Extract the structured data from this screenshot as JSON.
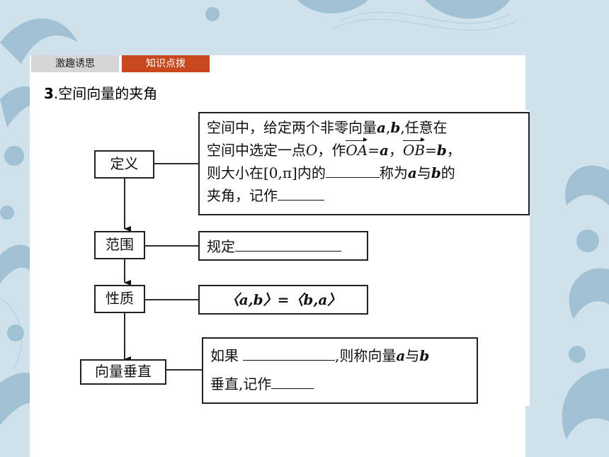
{
  "tabs": [
    "激趣诱思",
    "知识点拨"
  ],
  "section": {
    "number": "3",
    "title": ".空间向量的夹角"
  },
  "rows": [
    {
      "label": "定义",
      "content": {
        "line1_a": "空间中，给定两个非零向量",
        "line1_b": ",",
        "line1_c": ",任意在",
        "line2_a": "空间中选定一点",
        "point_O": "O",
        "line2_b": "，作",
        "vec_OA": "OA",
        "eq1": "=",
        "line2_c": "，",
        "vec_OB": "OB",
        "eq2": "=",
        "line2_d": "，",
        "line3_a": "则大小在[0,π]内的",
        "line3_b": "称为",
        "line3_c": "与",
        "line3_d": "的",
        "line4_a": "夹角，记作"
      }
    },
    {
      "label": "范围",
      "content": {
        "text": "规定"
      }
    },
    {
      "label": "性质",
      "content": {
        "text": "〈a,b〉=〈b,a〉"
      }
    },
    {
      "label": "向量垂直",
      "content": {
        "line1_a": "如果",
        "line1_b": ",则称向量",
        "line1_c": "与",
        "line2_a": "垂直,记作"
      }
    }
  ],
  "vars": {
    "a": "a",
    "b": "b"
  },
  "colors": {
    "tab_active": "#c9471d",
    "tab_inactive": "#d6d6d6",
    "background": "#cfe2ec"
  }
}
